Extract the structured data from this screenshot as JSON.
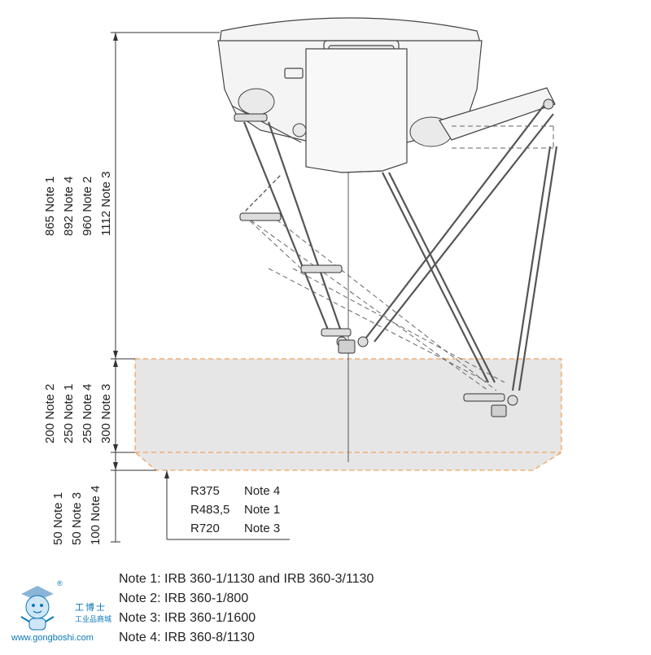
{
  "vertical_dims": {
    "upper": [
      "865  Note 1",
      "892  Note 4",
      "960  Note 2",
      "1112 Note 3"
    ],
    "middle": [
      "200 Note 2",
      "250 Note 1",
      "250 Note 4",
      "300 Note 3"
    ],
    "lower": [
      "50  Note 1",
      "50  Note 3",
      "100 Note 4"
    ]
  },
  "radii": [
    {
      "r": "R375",
      "note": "Note 4"
    },
    {
      "r": "R483,5",
      "note": "Note 1"
    },
    {
      "r": "R720",
      "note": "Note 3"
    }
  ],
  "notes": [
    "Note 1: IRB 360-1/1130 and IRB 360-3/1130",
    "Note 2: IRB 360-1/800",
    "Note 3: IRB 360-1/1600",
    "Note 4: IRB 360-8/1130"
  ],
  "watermark": {
    "reg": "®",
    "line1": "工博士",
    "line2": "工业品商城",
    "url": "www.gongboshi.com"
  },
  "colors": {
    "line": "#333333",
    "workspace_fill": "#e6e6e6",
    "workspace_border": "#f0a35e",
    "robot_fill": "#f4f4f4",
    "watermark": "#0a77b8"
  }
}
